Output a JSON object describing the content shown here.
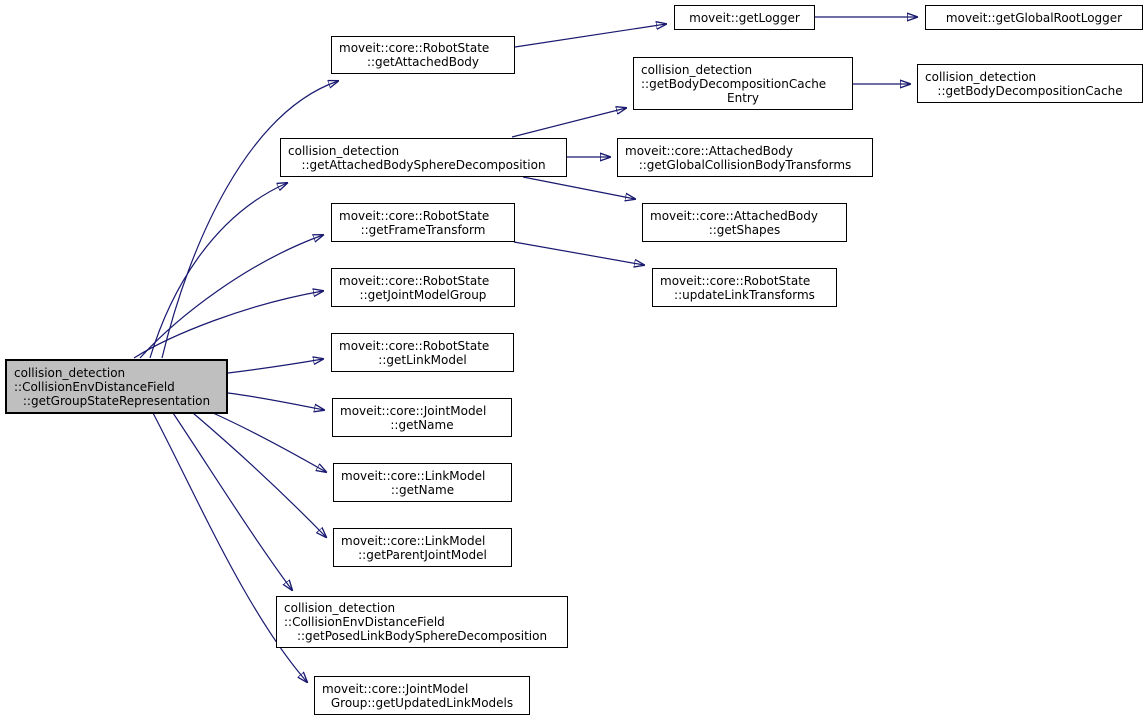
{
  "diagram": {
    "type": "call-graph",
    "colors": {
      "background": "#ffffff",
      "edge": "#191970",
      "node_border": "#000000",
      "node_fill": "#ffffff",
      "selected_node_fill": "#bfbfbf",
      "text": "#000000"
    },
    "nodes": [
      {
        "id": "getGroupStateRepresentation",
        "selected": true,
        "lines": [
          "collision_detection",
          "::CollisionEnvDistanceField",
          "::getGroupStateRepresentation"
        ]
      },
      {
        "id": "getAttachedBody",
        "lines": [
          "moveit::core::RobotState",
          "::getAttachedBody"
        ]
      },
      {
        "id": "getLogger",
        "lines": [
          "moveit::getLogger"
        ]
      },
      {
        "id": "getGlobalRootLogger",
        "lines": [
          "moveit::getGlobalRootLogger"
        ]
      },
      {
        "id": "getBodyDecompositionCacheEntry",
        "lines": [
          "collision_detection",
          "::getBodyDecompositionCache",
          "Entry"
        ]
      },
      {
        "id": "getBodyDecompositionCache",
        "lines": [
          "collision_detection",
          "::getBodyDecompositionCache"
        ]
      },
      {
        "id": "getAttachedBodySphereDecomposition",
        "lines": [
          "collision_detection",
          "::getAttachedBodySphereDecomposition"
        ]
      },
      {
        "id": "getGlobalCollisionBodyTransforms",
        "lines": [
          "moveit::core::AttachedBody",
          "::getGlobalCollisionBodyTransforms"
        ]
      },
      {
        "id": "getShapes",
        "lines": [
          "moveit::core::AttachedBody",
          "::getShapes"
        ]
      },
      {
        "id": "getFrameTransform",
        "lines": [
          "moveit::core::RobotState",
          "::getFrameTransform"
        ]
      },
      {
        "id": "getJointModelGroup",
        "lines": [
          "moveit::core::RobotState",
          "::getJointModelGroup"
        ]
      },
      {
        "id": "updateLinkTransforms",
        "lines": [
          "moveit::core::RobotState",
          "::updateLinkTransforms"
        ]
      },
      {
        "id": "getLinkModel",
        "lines": [
          "moveit::core::RobotState",
          "::getLinkModel"
        ]
      },
      {
        "id": "jointModelGetName",
        "lines": [
          "moveit::core::JointModel",
          "::getName"
        ]
      },
      {
        "id": "linkModelGetName",
        "lines": [
          "moveit::core::LinkModel",
          "::getName"
        ]
      },
      {
        "id": "getParentJointModel",
        "lines": [
          "moveit::core::LinkModel",
          "::getParentJointModel"
        ]
      },
      {
        "id": "getPosedLinkBodySphereDecomposition",
        "lines": [
          "collision_detection",
          "::CollisionEnvDistanceField",
          "::getPosedLinkBodySphereDecomposition"
        ]
      },
      {
        "id": "getUpdatedLinkModels",
        "lines": [
          "moveit::core::JointModel",
          "Group::getUpdatedLinkModels"
        ]
      }
    ],
    "edges": [
      {
        "from": "getGroupStateRepresentation",
        "to": "getAttachedBody"
      },
      {
        "from": "getGroupStateRepresentation",
        "to": "getAttachedBodySphereDecomposition"
      },
      {
        "from": "getGroupStateRepresentation",
        "to": "getFrameTransform"
      },
      {
        "from": "getGroupStateRepresentation",
        "to": "getJointModelGroup"
      },
      {
        "from": "getGroupStateRepresentation",
        "to": "getLinkModel"
      },
      {
        "from": "getGroupStateRepresentation",
        "to": "jointModelGetName"
      },
      {
        "from": "getGroupStateRepresentation",
        "to": "linkModelGetName"
      },
      {
        "from": "getGroupStateRepresentation",
        "to": "getParentJointModel"
      },
      {
        "from": "getGroupStateRepresentation",
        "to": "getPosedLinkBodySphereDecomposition"
      },
      {
        "from": "getGroupStateRepresentation",
        "to": "getUpdatedLinkModels"
      },
      {
        "from": "getAttachedBody",
        "to": "getLogger"
      },
      {
        "from": "getLogger",
        "to": "getGlobalRootLogger"
      },
      {
        "from": "getAttachedBodySphereDecomposition",
        "to": "getBodyDecompositionCacheEntry"
      },
      {
        "from": "getAttachedBodySphereDecomposition",
        "to": "getGlobalCollisionBodyTransforms"
      },
      {
        "from": "getAttachedBodySphereDecomposition",
        "to": "getShapes"
      },
      {
        "from": "getFrameTransform",
        "to": "updateLinkTransforms"
      },
      {
        "from": "getBodyDecompositionCacheEntry",
        "to": "getBodyDecompositionCache"
      }
    ]
  }
}
